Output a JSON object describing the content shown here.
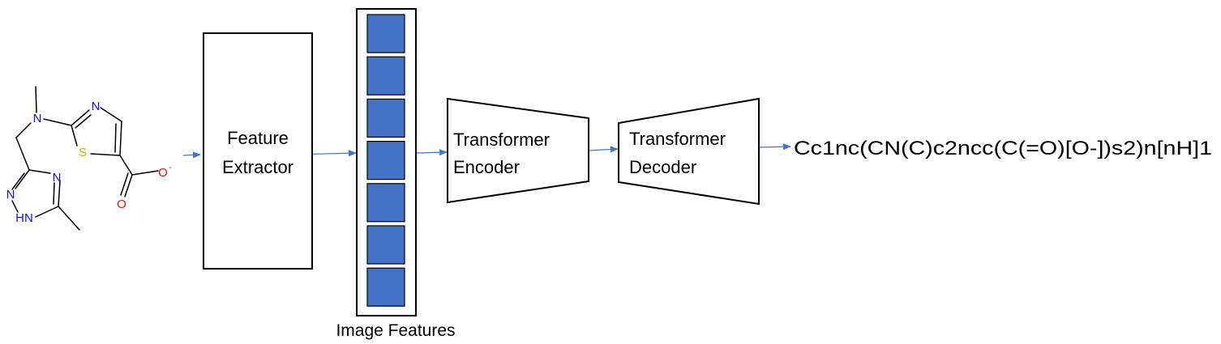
{
  "molecule": {
    "atoms": {
      "n_methyl": "N",
      "thiazole_n": "N",
      "thiazole_s": "S",
      "carboxyl_o_single": "O",
      "carboxyl_o_charge": "-",
      "carboxyl_o_double": "O",
      "triazole_n1": "N",
      "triazole_n2": "N",
      "triazole_nh": "HN"
    },
    "colors": {
      "nitrogen": "#1010e0",
      "sulfur": "#c8c800",
      "oxygen": "#e01010",
      "bond": "#000000"
    }
  },
  "feature_extractor": {
    "line1": "Feature",
    "line2": "Extractor"
  },
  "image_features": {
    "label": "Image Features",
    "cell_count": 7,
    "cell_color": "#4472c4"
  },
  "encoder": {
    "line1": "Transformer",
    "line2": "Encoder"
  },
  "decoder": {
    "line1": "Transformer",
    "line2": "Decoder"
  },
  "output": {
    "smiles": "Cc1nc(CN(C)c2ncc(C(=O)[O-])s2)n[nH]1"
  },
  "arrow_color": "#4472c4"
}
